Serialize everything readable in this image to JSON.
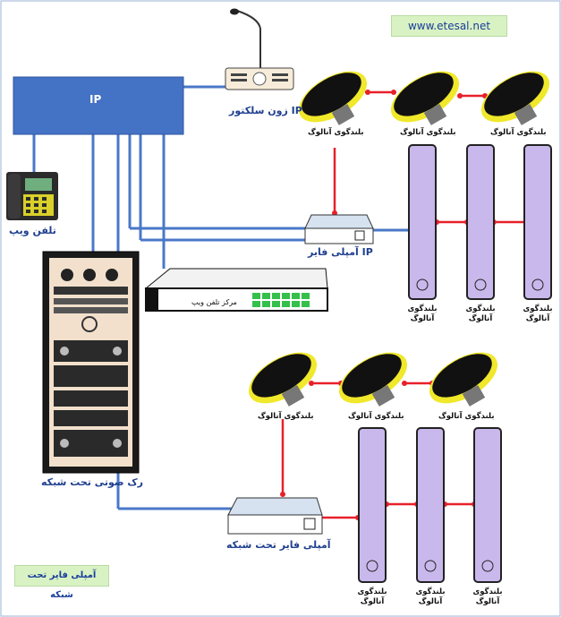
{
  "website": "www.etesal.net",
  "ip_router": {
    "label": "IP"
  },
  "zone_selector": {
    "label": "زون سلکتور IP"
  },
  "voip_phone": {
    "label": "تلفن ویپ"
  },
  "rack": {
    "label": "رک صوتی تحت شبکه"
  },
  "switch": {
    "label": "مرکز تلفن ویپ"
  },
  "ip_amp": {
    "label": "آمپلی فایر IP"
  },
  "net_amp": {
    "label": "آمپلی فایر تحت شبکه"
  },
  "speaker_label_line1": "بلندگوی",
  "speaker_label_line2": "آنالوگ",
  "horn_speaker_label": "بلندگوی آنالوگ",
  "footer_note": "آمپلی فایر تحت شبکه",
  "colors": {
    "blue": "#4472c4",
    "red": "#e8202a",
    "lavender": "#c9b8ec",
    "yellow": "#f0e82a"
  }
}
